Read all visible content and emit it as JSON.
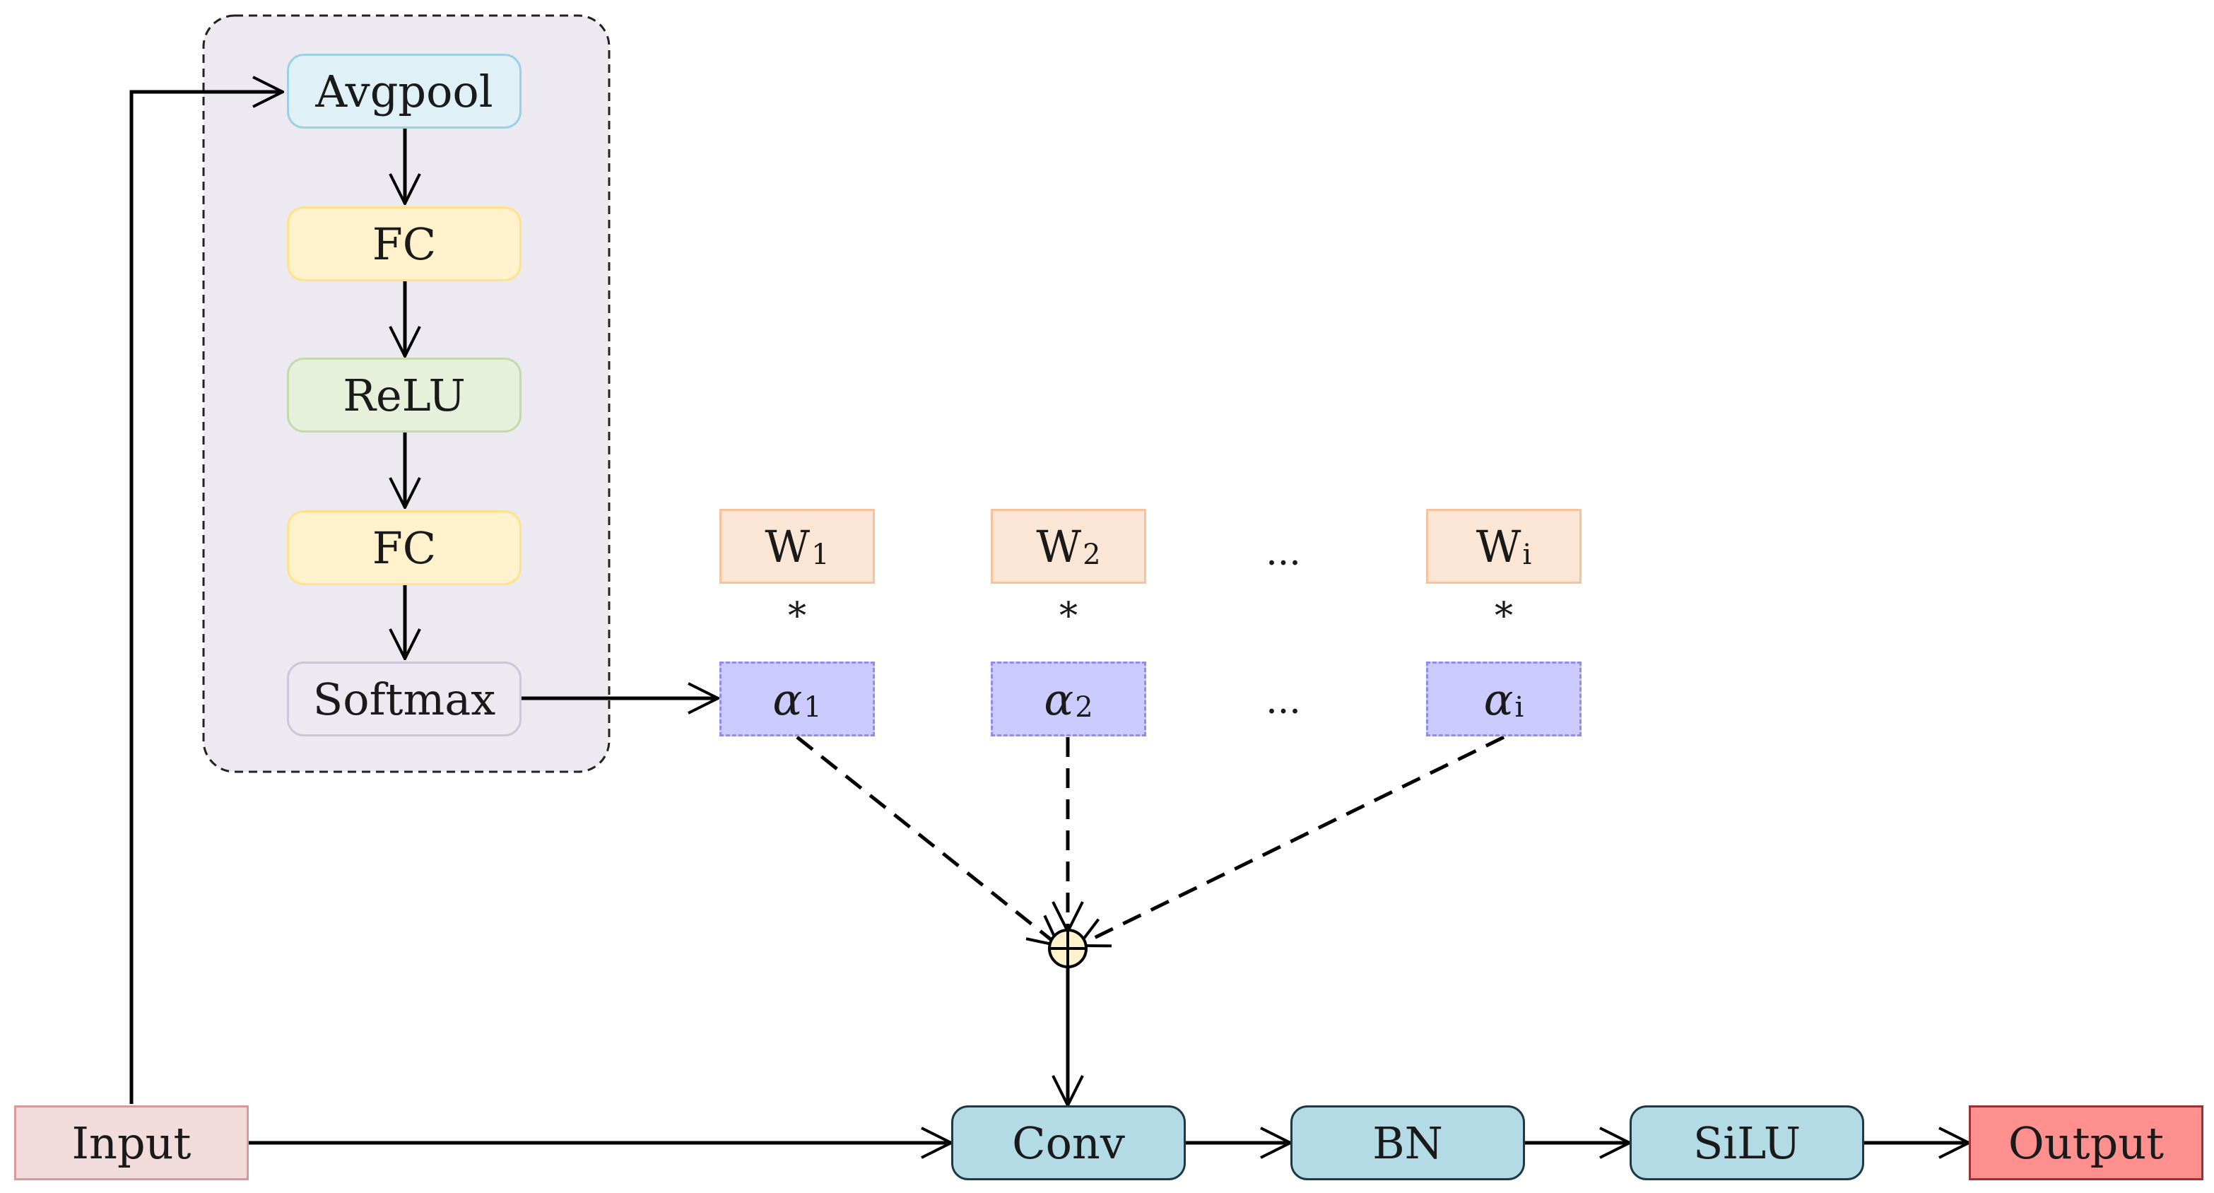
{
  "attention_module": {
    "steps": [
      "Avgpool",
      "FC",
      "ReLU",
      "FC",
      "Softmax"
    ]
  },
  "weights": {
    "w1": {
      "base": "W",
      "sub": "1"
    },
    "w2": {
      "base": "W",
      "sub": "2"
    },
    "wi": {
      "base": "W",
      "sub": "i"
    },
    "ellipsis": "..."
  },
  "coefficients": {
    "a1": {
      "base": "α",
      "sub": "1"
    },
    "a2": {
      "base": "α",
      "sub": "2"
    },
    "ai": {
      "base": "α",
      "sub": "i"
    },
    "ellipsis": "...",
    "multiply_symbol": "*"
  },
  "pipeline": {
    "input": "Input",
    "conv": "Conv",
    "bn": "BN",
    "silu": "SiLU",
    "output": "Output"
  },
  "colors": {
    "module_bg": "#ece9f1",
    "avgpool": "#dff0f7",
    "fc": "#fff2cc",
    "relu": "#e6f0da",
    "softmax": "#ece9f1",
    "weight": "#fbe6d6",
    "alpha": "#cccbff",
    "pipeline": "#b2dbe6",
    "input": "#f2dcdb",
    "output": "#ff9090",
    "sum_node": "#fff2cc"
  }
}
